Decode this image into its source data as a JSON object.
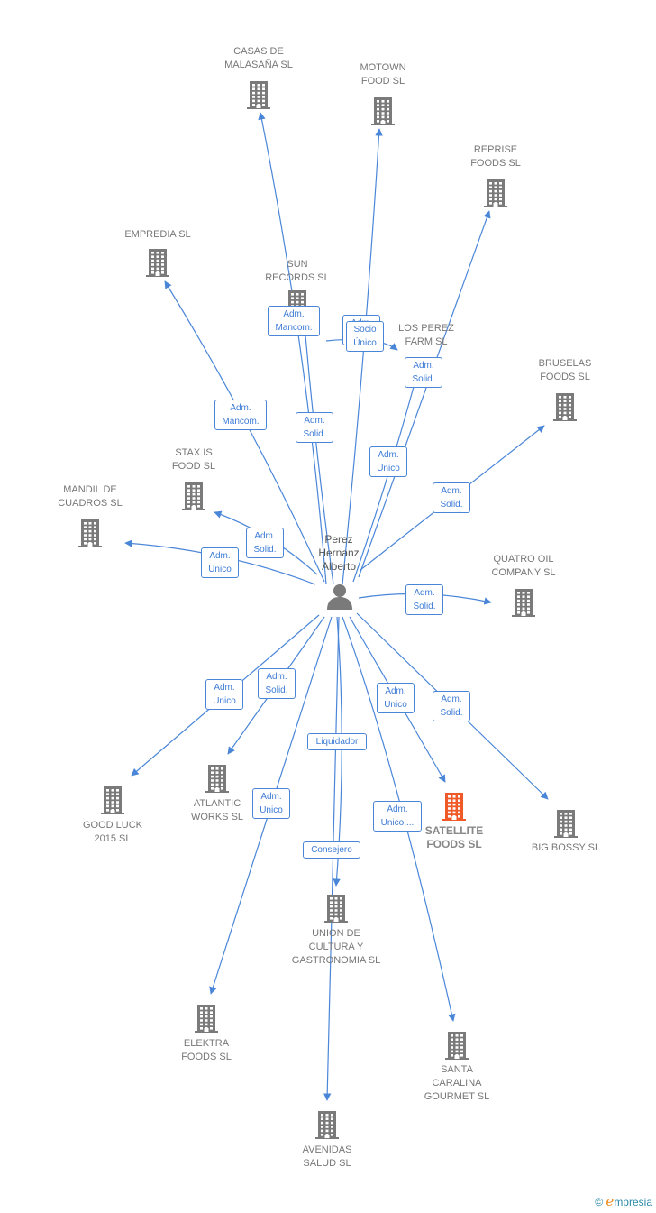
{
  "center": {
    "name": "Perez\nHernanz\nAlberto",
    "icon": "person-icon"
  },
  "colors": {
    "edge": "#4a86d8",
    "building": "#7a7a7a",
    "highlight": "#f05a28",
    "label": "#777777"
  },
  "companies": [
    {
      "id": "casas",
      "label": "CASAS DE\nMALASAÑA  SL"
    },
    {
      "id": "motown",
      "label": "MOTOWN\nFOOD  SL"
    },
    {
      "id": "reprise",
      "label": "REPRISE\nFOODS  SL"
    },
    {
      "id": "empredia",
      "label": "EMPREDIA SL"
    },
    {
      "id": "sun",
      "label": "SUN\nRECORDS  SL"
    },
    {
      "id": "losperez",
      "label": "LOS PEREZ\nFARM  SL"
    },
    {
      "id": "bruselas",
      "label": "BRUSELAS\nFOODS  SL"
    },
    {
      "id": "staxis",
      "label": "STAX IS\nFOOD SL"
    },
    {
      "id": "mandil",
      "label": "MANDIL DE\nCUADROS  SL"
    },
    {
      "id": "quatro",
      "label": "QUATRO OIL\nCOMPANY SL"
    },
    {
      "id": "goodluck",
      "label": "GOOD LUCK\n2015  SL"
    },
    {
      "id": "atlantic",
      "label": "ATLANTIC\nWORKS  SL"
    },
    {
      "id": "satellite",
      "label": "SATELLITE\nFOODS  SL",
      "highlight": true
    },
    {
      "id": "bigbossy",
      "label": "BIG BOSSY SL"
    },
    {
      "id": "union",
      "label": "UNION DE\nCULTURA Y\nGASTRONOMIA SL"
    },
    {
      "id": "elektra",
      "label": "ELEKTRA\nFOODS  SL"
    },
    {
      "id": "santa",
      "label": "SANTA\nCARALINA\nGOURMET  SL"
    },
    {
      "id": "avenidas",
      "label": "AVENIDAS\nSALUD  SL"
    }
  ],
  "relations": [
    {
      "id": "r-casas",
      "label": "Adm.\nMancom."
    },
    {
      "id": "r-sun-hidden",
      "label": "Adm.\nMancom."
    },
    {
      "id": "r-motown",
      "label": "Socio\nÚnico"
    },
    {
      "id": "r-losperez",
      "label": "Adm.\nSolid."
    },
    {
      "id": "r-empredia",
      "label": "Adm.\nMancom."
    },
    {
      "id": "r-sun",
      "label": "Adm.\nSolid."
    },
    {
      "id": "r-reprise",
      "label": "Adm.\nUnico"
    },
    {
      "id": "r-bruselas",
      "label": "Adm.\nSolid."
    },
    {
      "id": "r-staxis",
      "label": "Adm.\nSolid."
    },
    {
      "id": "r-mandil",
      "label": "Adm.\nUnico"
    },
    {
      "id": "r-quatro",
      "label": "Adm.\nSolid."
    },
    {
      "id": "r-goodluck",
      "label": "Adm.\nUnico"
    },
    {
      "id": "r-atlantic",
      "label": "Adm.\nSolid."
    },
    {
      "id": "r-satellite",
      "label": "Adm.\nUnico"
    },
    {
      "id": "r-bigbossy",
      "label": "Adm.\nSolid."
    },
    {
      "id": "r-union-liq",
      "label": "Liquidador"
    },
    {
      "id": "r-elektra",
      "label": "Adm.\nUnico"
    },
    {
      "id": "r-santa",
      "label": "Adm.\nUnico,..."
    },
    {
      "id": "r-avenidas",
      "label": "Consejero"
    }
  ],
  "footer": {
    "copyright": "©",
    "brand_initial": "e",
    "brand_rest": "mpresia"
  }
}
